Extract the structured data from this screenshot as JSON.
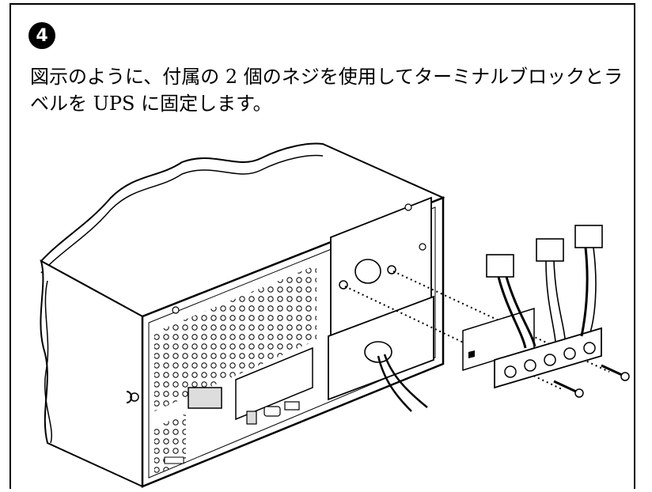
{
  "step": {
    "number": "4"
  },
  "instruction": {
    "text": "図示のように、付属の 2 個のネジを使用してターミナルブロックとラベルを UPS に固定します。"
  },
  "figure": {
    "device_name": "UPS",
    "colors": {
      "line": "#000000",
      "background": "#ffffff",
      "shade": "#dddddd"
    }
  }
}
